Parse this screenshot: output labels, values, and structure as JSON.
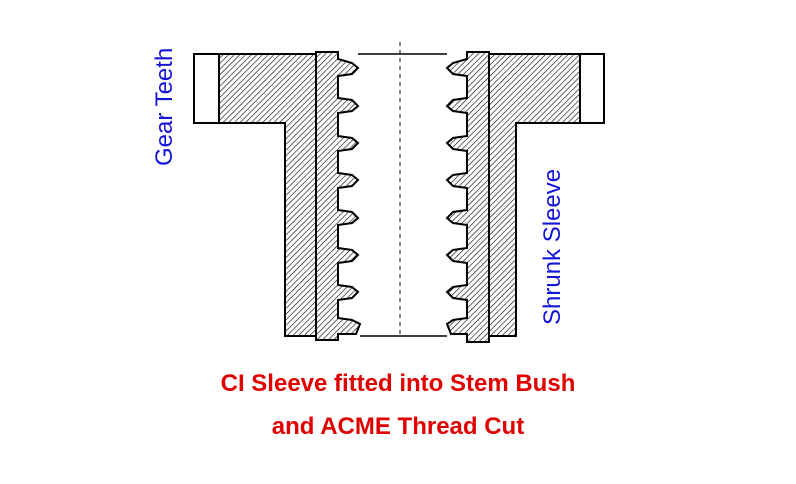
{
  "labels": {
    "gear_teeth": "Gear Teeth",
    "shrunk_sleeve": "Shrunk Sleeve"
  },
  "caption": {
    "line1": "CI Sleeve fitted into Stem Bush",
    "line2": "and ACME Thread Cut"
  },
  "colors": {
    "label_blue": "#1414d8",
    "caption_red": "#e00000",
    "outline": "#000000",
    "hatch": "#000000"
  }
}
